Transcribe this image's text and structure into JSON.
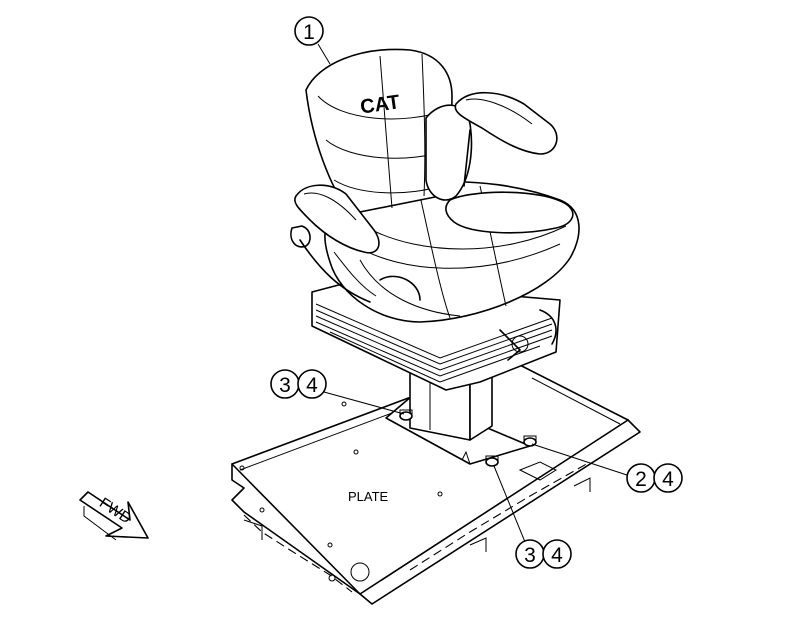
{
  "callouts": [
    {
      "id": "c1",
      "numbers": [
        "1"
      ]
    },
    {
      "id": "c2",
      "numbers": [
        "3",
        "4"
      ]
    },
    {
      "id": "c3",
      "numbers": [
        "2",
        "4"
      ]
    },
    {
      "id": "c4",
      "numbers": [
        "3",
        "4"
      ]
    }
  ],
  "labels": {
    "plate": "PLATE",
    "forward": "FWD",
    "seat_logo": "CAT"
  }
}
